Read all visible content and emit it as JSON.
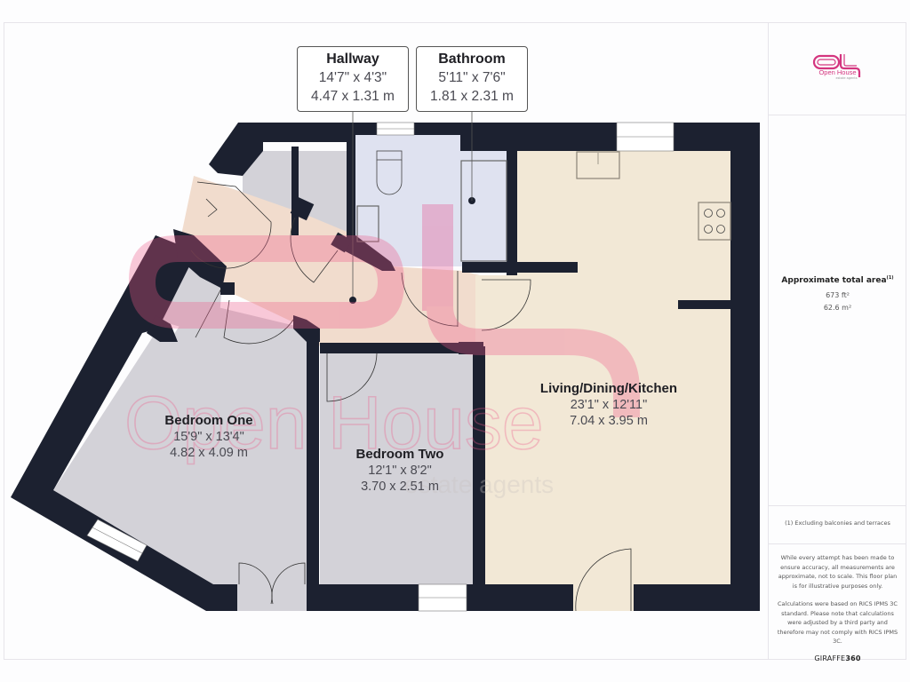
{
  "colors": {
    "wall": "#1c2130",
    "bedroom_fill": "#d3d2d8",
    "hall_fill": "#f1dccd",
    "bathroom_fill": "#dfe2f0",
    "living_fill": "#f2e8d6",
    "watermark": "#ee5a8a",
    "brand_pink": "#d4357f"
  },
  "brand": {
    "logo_mark": "OH",
    "logo_text": "Open House",
    "logo_subtext": "estate agents",
    "watermark_text": "Open House",
    "watermark_subtext": "estate agents"
  },
  "rooms": [
    {
      "id": "hallway",
      "name": "Hallway",
      "imperial": "14'7\" x 4'3\"",
      "metric": "4.47 x 1.31 m"
    },
    {
      "id": "bathroom",
      "name": "Bathroom",
      "imperial": "5'11\" x 7'6\"",
      "metric": "1.81 x 2.31 m"
    },
    {
      "id": "living",
      "name": "Living/Dining/Kitchen",
      "imperial": "23'1\" x 12'11\"",
      "metric": "7.04 x 3.95 m"
    },
    {
      "id": "bedroom_one",
      "name": "Bedroom One",
      "imperial": "15'9\" x 13'4\"",
      "metric": "4.82 x 4.09 m"
    },
    {
      "id": "bedroom_two",
      "name": "Bedroom Two",
      "imperial": "12'1\" x 8'2\"",
      "metric": "3.70 x 2.51 m"
    }
  ],
  "sidebar": {
    "area_title": "Approximate total area",
    "area_footnote_mark": "(1)",
    "area_sqft": "673 ft²",
    "area_sqm": "62.6 m²",
    "footnote": "(1) Excluding balconies and terraces",
    "disclaimer_1": "While every attempt has been made to ensure accuracy, all measurements are approximate, not to scale. This floor plan is for illustrative purposes only.",
    "disclaimer_2": "Calculations were based on RICS IPMS 3C standard. Please note that calculations were adjusted by a third party and therefore may not comply with RICS IPMS 3C.",
    "provider_a": "GIRAFFE",
    "provider_b": "360"
  }
}
